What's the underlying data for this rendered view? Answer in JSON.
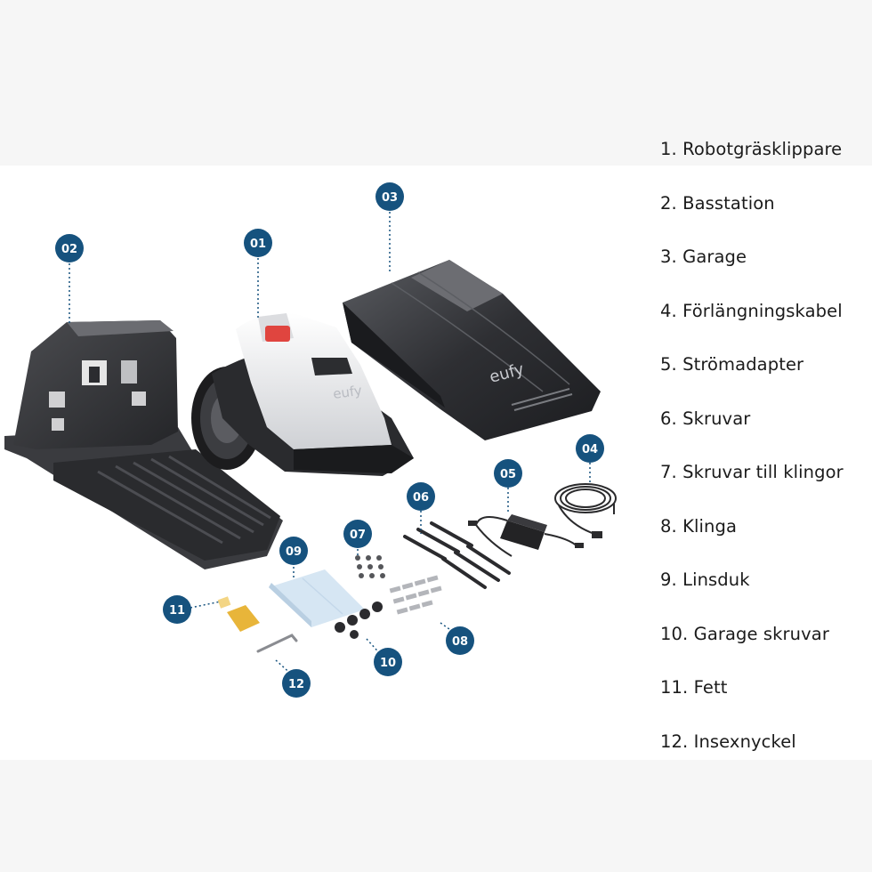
{
  "colors": {
    "badge": "#16527e",
    "mower_body": "#e9eaed",
    "dark_plastic": "#2c2d30",
    "button": "#e0453f",
    "cloth": "#d6e6f3",
    "grease": "#e8b53a"
  },
  "brand": {
    "mower_logo": "eufy",
    "garage_logo": "eufy"
  },
  "callouts": [
    "01",
    "02",
    "03",
    "04",
    "05",
    "06",
    "07",
    "08",
    "09",
    "10",
    "11",
    "12"
  ],
  "legend": [
    "1. Robotgräsklippare",
    "2. Basstation",
    "3. Garage",
    "4. Förlängningskabel",
    "5. Strömadapter",
    "6. Skruvar",
    "7. Skruvar till klingor",
    "8. Klinga",
    "9. Linsduk",
    "10. Garage skruvar",
    "11. Fett",
    "12. Insexnyckel"
  ]
}
